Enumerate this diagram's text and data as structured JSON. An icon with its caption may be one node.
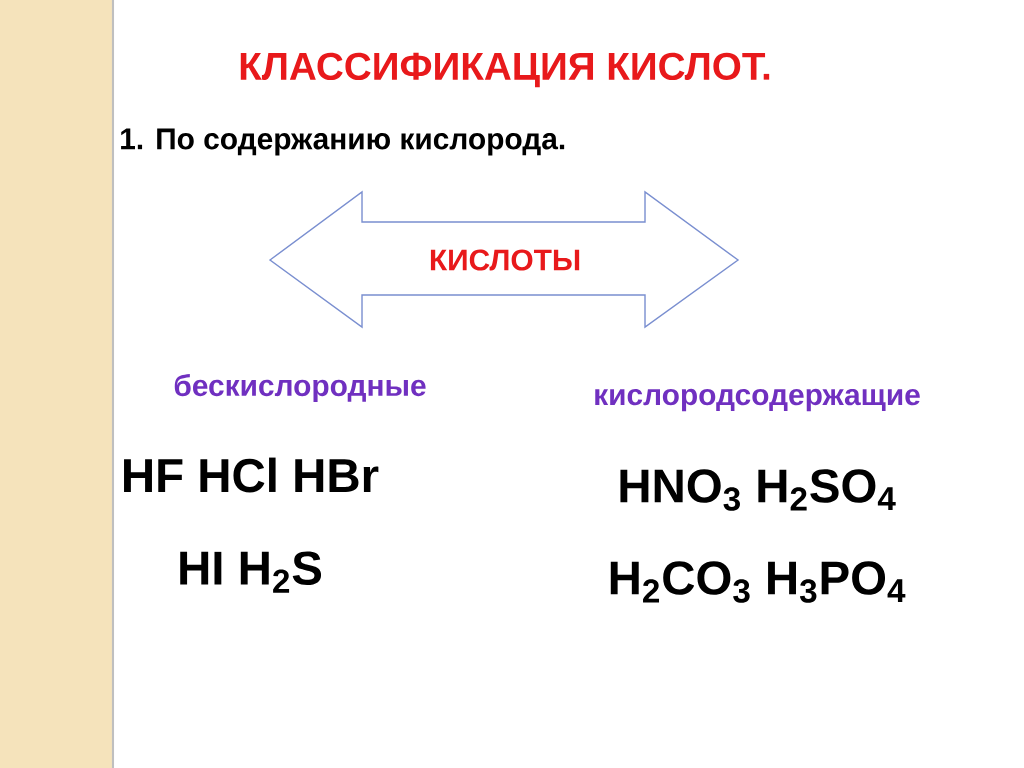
{
  "diagram": {
    "title": "КЛАССИФИКАЦИЯ КИСЛОТ.",
    "nodes": [
      {
        "text": [
          "КИСЛОТЫ"
        ]
      }
    ],
    "labels": [
      "1. По содержанию кислорода.",
      "бескислородные",
      "кислородсодержащие",
      "HF HCl HBr",
      "HI H$_{2}$S",
      "HNO$_{3}$ H$_{2}$SO$_{4}$",
      "H$_{2}$CO$_{3}$ H$_{3}$PO$_{4}$"
    ]
  }
}
